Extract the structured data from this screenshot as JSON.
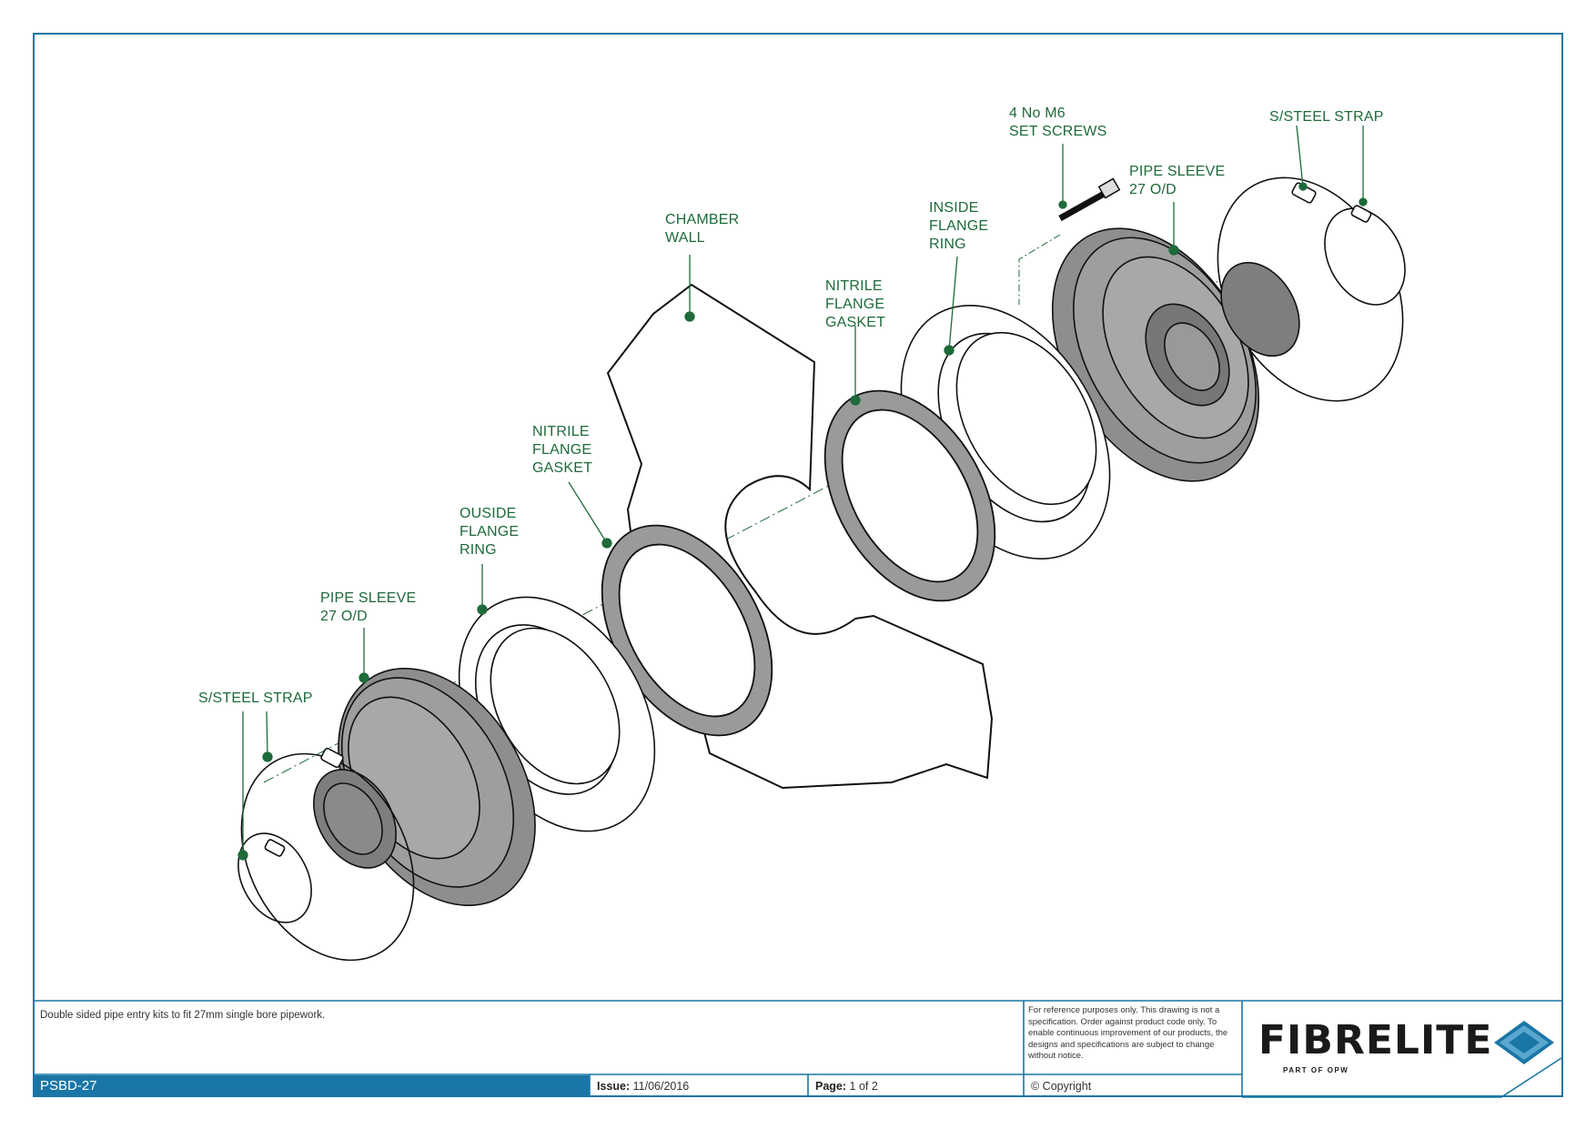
{
  "labels": {
    "chamber_wall": [
      "CHAMBER",
      "WALL"
    ],
    "set_screws": [
      "4 No M6",
      "SET SCREWS"
    ],
    "strap_right": [
      "S/STEEL STRAP"
    ],
    "sleeve_right": [
      "PIPE SLEEVE",
      "27 O/D"
    ],
    "inside_ring": [
      "INSIDE",
      "FLANGE",
      "RING"
    ],
    "gasket_right": [
      "NITRILE",
      "FLANGE",
      "GASKET"
    ],
    "gasket_left": [
      "NITRILE",
      "FLANGE",
      "GASKET"
    ],
    "outside_ring": [
      "OUSIDE",
      "FLANGE",
      "RING"
    ],
    "sleeve_left": [
      "PIPE SLEEVE",
      "27 O/D"
    ],
    "strap_left": [
      "S/STEEL STRAP"
    ]
  },
  "title_block": {
    "description": "Double sided pipe entry kits to fit 27mm single bore pipework.",
    "disclaimer": "For reference purposes only. This drawing is not a specification. Order against product code only.  To enable continuous improvement of our products, the designs and specifications are subject to change without notice.",
    "code": "PSBD-27",
    "issue_label": "Issue:",
    "issue_value": "11/06/2016",
    "page_label": "Page:",
    "page_value": "1 of 2",
    "copyright": "© Copyright",
    "logo_text": "FIBRELITE",
    "logo_subtext": "PART OF OPW"
  },
  "colors": {
    "frame_blue": "#1a76a6",
    "label_green": "#1e6a3a",
    "leader_green": "#1e6a3a",
    "part_gray": "#9a9a9a",
    "part_dark": "#6f6f6f"
  }
}
